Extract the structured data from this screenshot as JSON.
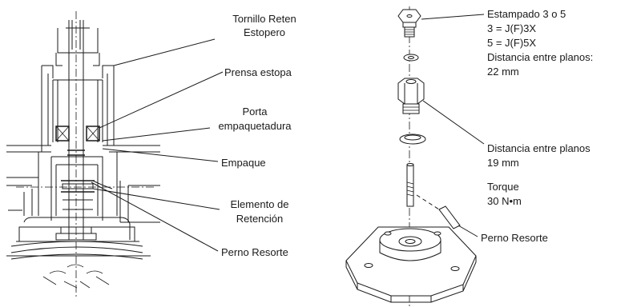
{
  "labels": {
    "tornillo": [
      "Tornillo Reten",
      "Estopero"
    ],
    "prensa": "Prensa estopa",
    "porta": [
      "Porta",
      "empaquetadura"
    ],
    "empaque": "Empaque",
    "elemento": [
      "Elemento de",
      "Retención"
    ],
    "perno_left": "Perno Resorte",
    "estampado": [
      "Estampado 3 o 5",
      "3 = J(F)3X",
      "5 = J(F)5X",
      "Distancia entre planos:",
      "22 mm"
    ],
    "distancia": [
      "Distancia entre planos",
      "19 mm"
    ],
    "torque": [
      "Torque",
      "30 N•m"
    ],
    "perno_right": "Perno Resorte"
  }
}
